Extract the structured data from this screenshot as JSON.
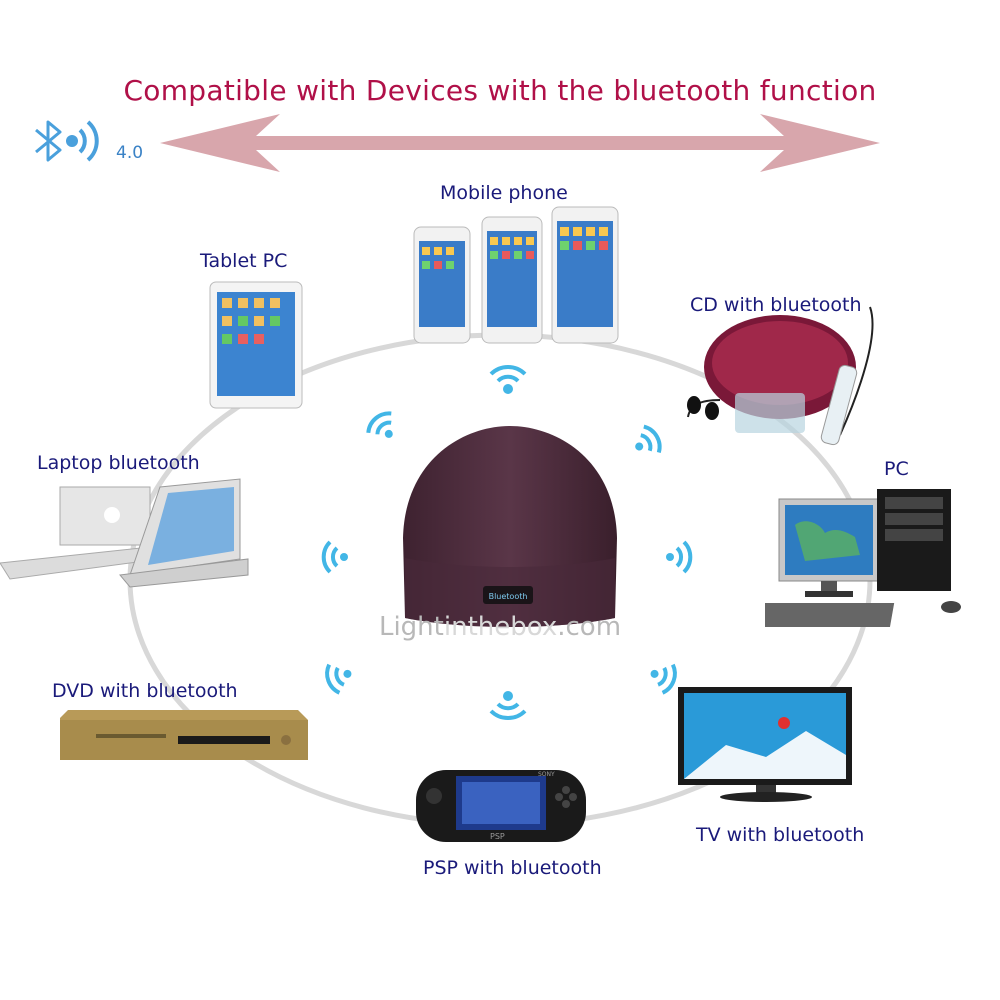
{
  "title": "Compatible with Devices with the bluetooth function",
  "bluetooth_badge": {
    "version": "4.0",
    "icon": "bluetooth-icon"
  },
  "devices": {
    "mobile_phone": "Mobile phone",
    "tablet_pc": "Tablet PC",
    "cd": "CD with bluetooth",
    "pc": "PC",
    "laptop": "Laptop  bluetooth",
    "dvd": "DVD with bluetooth",
    "tv": "TV with bluetooth",
    "psp": "PSP with bluetooth"
  },
  "center_product": {
    "badge_text": "Bluetooth",
    "psp_brand": "SONY",
    "psp_logo": "PSP"
  },
  "watermark": {
    "part1": "Light",
    "part2": "in",
    "part3": "thebox",
    "part4": ".com"
  },
  "colors": {
    "title": "#b01048",
    "label": "#1a1a7a",
    "wifi": "#42b6e6",
    "arrow": "#d8a6ac",
    "circle": "#d8d8d8"
  }
}
